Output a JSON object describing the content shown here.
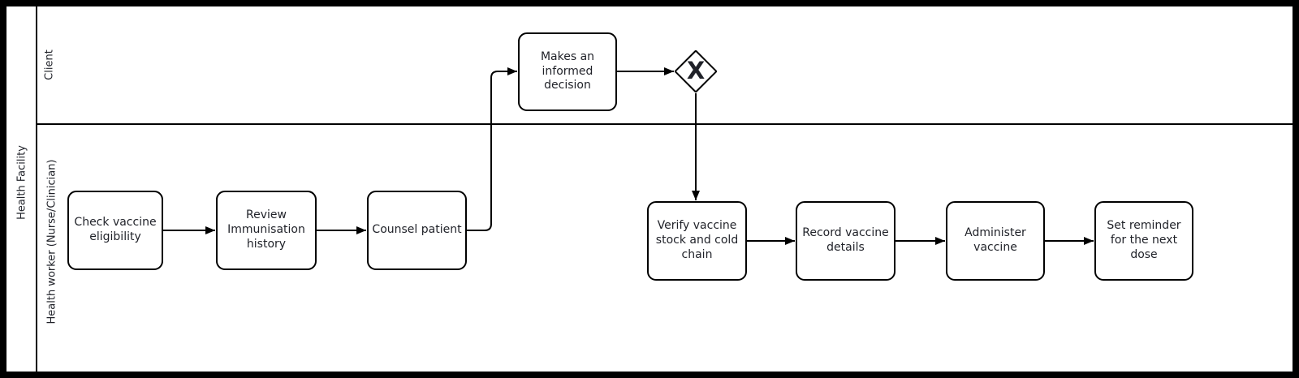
{
  "diagram": {
    "pool_label": "Health Facility",
    "lanes": {
      "client": "Client",
      "health_worker": "Health worker (Nurse/Clinician)"
    },
    "nodes": {
      "check_eligibility": "Check vaccine\neligibility",
      "review_history": "Review\nImmunisation\nhistory",
      "counsel_patient": "Counsel patient",
      "makes_decision": "Makes an\ninformed\ndecision",
      "gateway_marker": "X",
      "verify_stock": "Verify vaccine\nstock and cold\nchain",
      "record_details": "Record vaccine\ndetails",
      "administer_vaccine": "Administer\nvaccine",
      "set_reminder": "Set reminder\nfor the next\ndose"
    },
    "colors": {
      "stroke": "#000000",
      "text": "#1f2128",
      "background": "#ffffff"
    }
  }
}
